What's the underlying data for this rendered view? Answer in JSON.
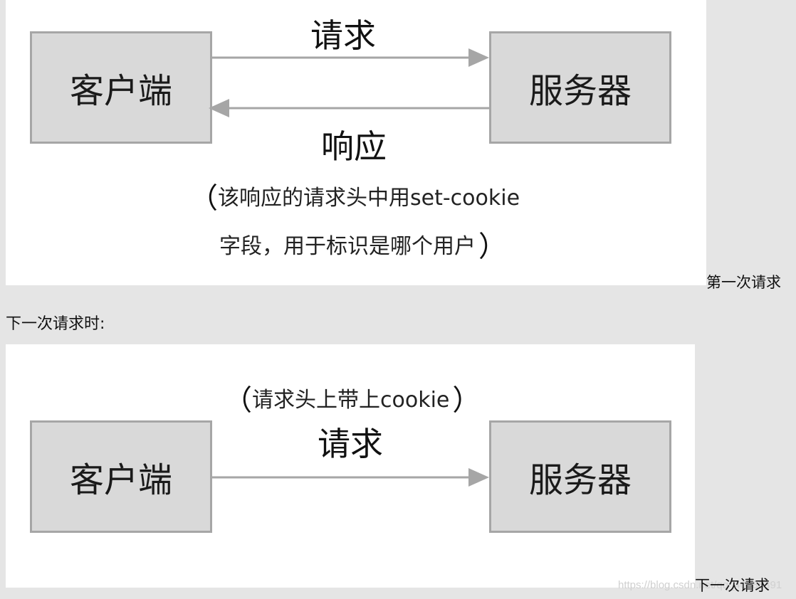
{
  "diagram1": {
    "client_label": "客户端",
    "server_label": "服务器",
    "request_label": "请求",
    "response_label": "响应",
    "note_open": "（",
    "note_line1": "该响应的请求头中用set-cookie",
    "note_line2": "字段，用于标识是哪个用户",
    "note_close": "）",
    "caption": "第一次请求"
  },
  "heading": "下一次请求时:",
  "diagram2": {
    "client_label": "客户端",
    "server_label": "服务器",
    "request_label": "请求",
    "note_open": "（",
    "note_text": "请求头上带上cookie",
    "note_close": "）",
    "caption": "下一次请求"
  },
  "watermark": "https://blog.csdn.net/qq_40888391",
  "colors": {
    "page_background": "#e5e5e5",
    "panel_background": "#ffffff",
    "box_fill": "#d9d9d9",
    "box_border": "#a6a6a6",
    "arrow": "#a6a6a6"
  }
}
